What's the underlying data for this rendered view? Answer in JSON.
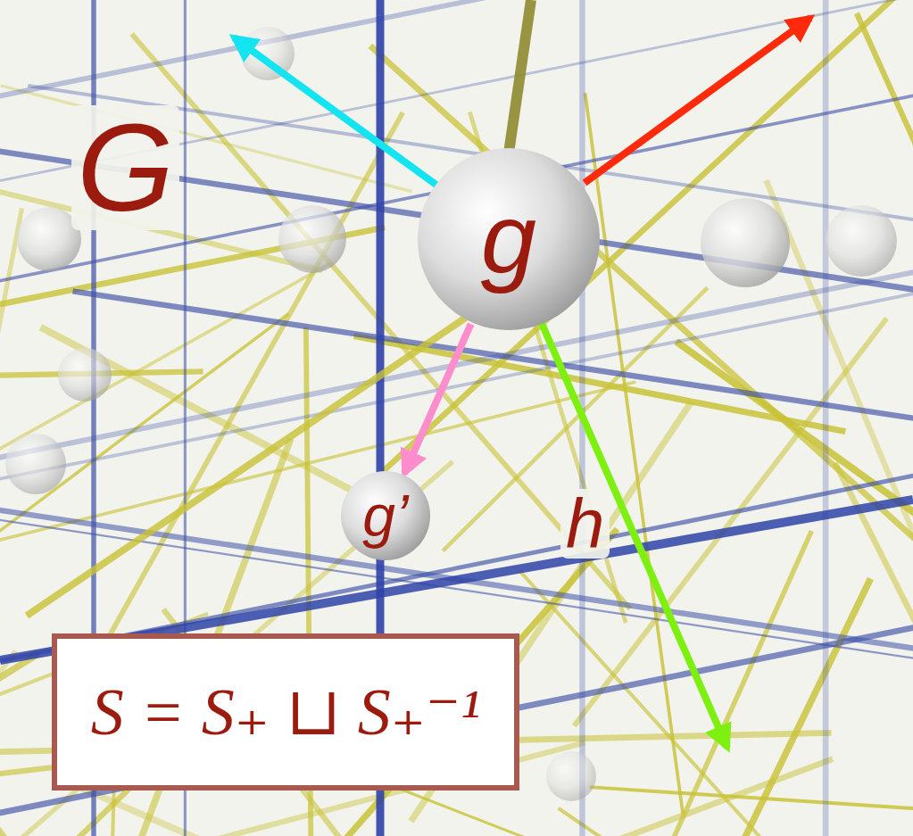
{
  "diagram": {
    "nodes": [
      {
        "text": [
          "g"
        ]
      },
      {
        "text": [
          "g’"
        ]
      },
      {
        "text": [
          "S = S₊ ⊔ S₊⁻¹"
        ]
      }
    ],
    "edges": [
      {
        "from": 0,
        "to": 1,
        "arrow": "to"
      }
    ],
    "labels": [
      "G",
      "h"
    ]
  }
}
